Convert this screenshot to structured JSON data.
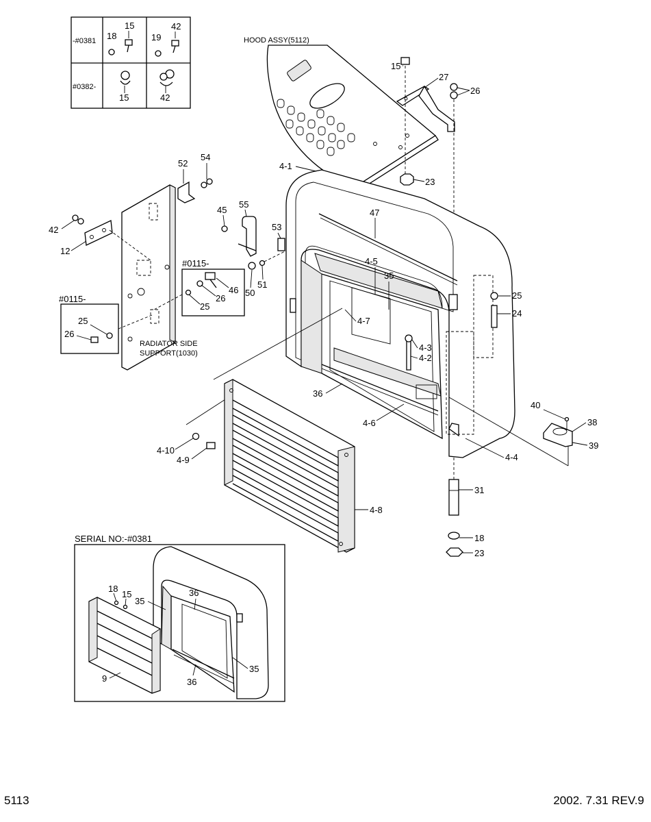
{
  "page": {
    "number": "5113",
    "date_revision": "2002. 7.31  REV.9"
  },
  "notes": {
    "hood_assy": "HOOD ASSY(5112)",
    "radiator_support_1": "RADIATOR SIDE",
    "radiator_support_2": "SUPPORT(1030)",
    "serial_box": "SERIAL NO:-#0381"
  },
  "variant_table": {
    "row1_label": "-#0381",
    "row2_label": "#0382-",
    "r1c1_a": "18",
    "r1c1_b": "15",
    "r1c2_a": "19",
    "r1c2_b": "42",
    "r2c1": "15",
    "r2c2": "42"
  },
  "detail_boxes": {
    "box1_title": "#0115-",
    "box1_a": "46",
    "box1_b": "26",
    "box1_c": "25",
    "box2_title": "#0115-",
    "box2_a": "25",
    "box2_b": "26"
  },
  "callouts": {
    "c15": "15",
    "c27": "27",
    "c26": "26",
    "c23": "23",
    "c4_1": "4-1",
    "c52": "52",
    "c54": "54",
    "c42": "42",
    "c12": "12",
    "c45": "45",
    "c55": "55",
    "c53": "53",
    "c47": "47",
    "c50": "50",
    "c51": "51",
    "c4_5": "4-5",
    "c35": "35",
    "c25": "25",
    "c24": "24",
    "c4_7": "4-7",
    "c4_3": "4-3",
    "c4_2": "4-2",
    "c36": "36",
    "c4_6": "4-6",
    "c40": "40",
    "c38": "38",
    "c39": "39",
    "c4_4": "4-4",
    "c4_10": "4-10",
    "c4_9": "4-9",
    "c31": "31",
    "c4_8": "4-8",
    "c18": "18",
    "c23b": "23"
  },
  "inset_callouts": {
    "i18": "18",
    "i15": "15",
    "i35a": "35",
    "i36a": "36",
    "i9": "9",
    "i36b": "36",
    "i35b": "35"
  }
}
